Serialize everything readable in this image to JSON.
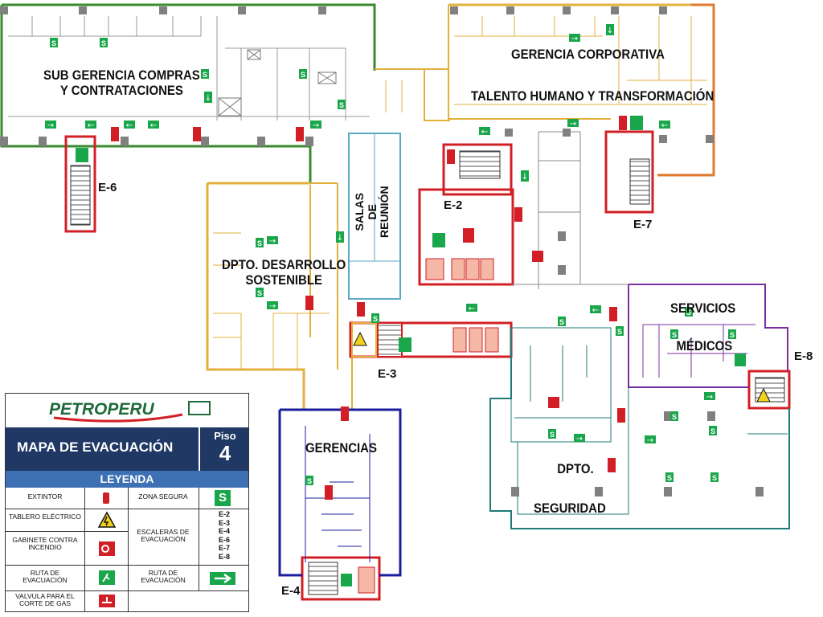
{
  "rooms": {
    "compras": [
      "SUB GERENCIA COMPRAS",
      "Y CONTRATACIONES"
    ],
    "gerencia_corp": "GERENCIA CORPORATIVA",
    "talento": "TALENTO HUMANO Y TRANSFORMACIÓN",
    "salas": [
      "SALAS",
      "DE",
      "REUNIÓN"
    ],
    "desarrollo": [
      "DPTO. DESARROLLO",
      "SOSTENIBLE"
    ],
    "gerencias": "GERENCIAS",
    "servicios": [
      "SERVICIOS",
      "MÉDICOS"
    ],
    "seguridad": [
      "DPTO.",
      "SEGURIDAD"
    ]
  },
  "stairs": {
    "e2": "E-2",
    "e3": "E-3",
    "e4": "E-4",
    "e6": "E-6",
    "e7": "E-7",
    "e8": "E-8"
  },
  "legend": {
    "brand": "PETROPERU",
    "title": "MAPA DE EVACUACIÓN",
    "piso_label": "Piso",
    "piso_value": "4",
    "leyenda": "LEYENDA",
    "extintor": "EXTINTOR",
    "tablero": "TABLERO ELÉCTRICO",
    "gabinete": "GABINETE CONTRA INCENDIO",
    "ruta1": "RUTA DE EVACUACIÓN",
    "valvula": "VALVULA PARA EL CORTE DE GAS",
    "zona_segura": "ZONA SEGURA",
    "zona_icon": "S",
    "escaleras": "ESCALERAS DE EVACUACIÓN",
    "escaleras_list": [
      "E-2",
      "E-3",
      "E-4",
      "E-6",
      "E-7",
      "E-8"
    ],
    "ruta2": "RUTA DE EVACUACIÓN"
  },
  "colors": {
    "green_zone": "#3a8a2e",
    "yellow_zone": "#e2b13c",
    "orange_zone": "#e07a2e",
    "blue_light": "#5aa7c7",
    "red": "#d21f26",
    "navy": "#1c1c9c",
    "teal": "#1f7a78",
    "purple": "#7a2fa0",
    "legend_header": "#1f3864",
    "legend_bar": "#3e70b4",
    "sign_green": "#1aa64a"
  },
  "icons": [
    "extinguisher-icon",
    "electrical-panel-icon",
    "fire-cabinet-icon",
    "running-man-icon",
    "gas-valve-icon",
    "safe-zone-icon",
    "arrow-right-icon"
  ]
}
